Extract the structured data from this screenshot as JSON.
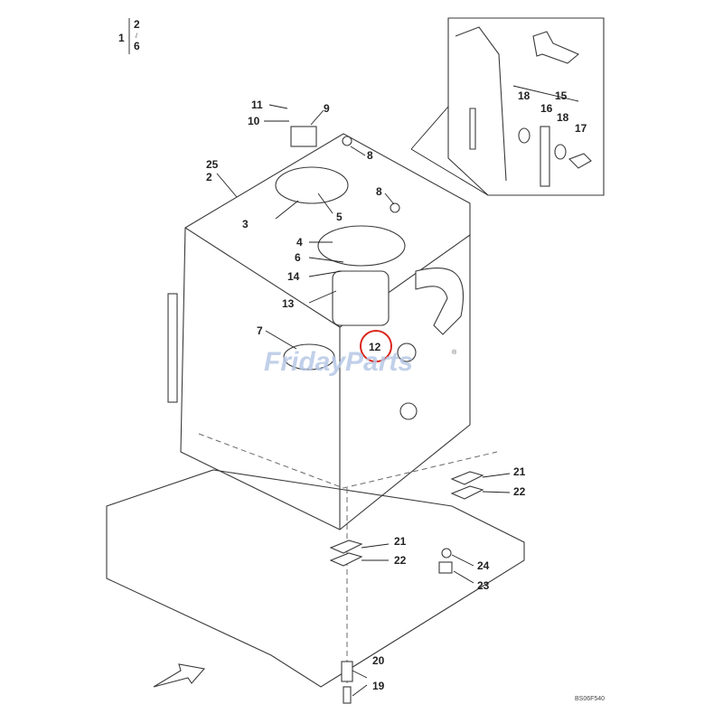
{
  "diagram": {
    "drawing_code": "BS06F540",
    "watermark": "FridayParts",
    "watermark_mark": "®",
    "highlight_color": "#d9261c",
    "highlighted_part": "12",
    "index_note": {
      "main": "1",
      "top": "2",
      "slash": "/",
      "bottom": "6"
    },
    "callouts": {
      "c1": "2",
      "c2": "25",
      "c3": "3",
      "c4": "4",
      "c5": "5",
      "c6": "6",
      "c7": "7",
      "c8a": "8",
      "c8b": "8",
      "c9": "9",
      "c10": "10",
      "c11": "11",
      "c12": "12",
      "c13": "13",
      "c14": "14",
      "c15": "15",
      "c16": "16",
      "c17": "17",
      "c18a": "18",
      "c18b": "18",
      "c19": "19",
      "c20": "20",
      "c21a": "21",
      "c21b": "21",
      "c22a": "22",
      "c22b": "22",
      "c23": "23",
      "c24": "24"
    }
  }
}
